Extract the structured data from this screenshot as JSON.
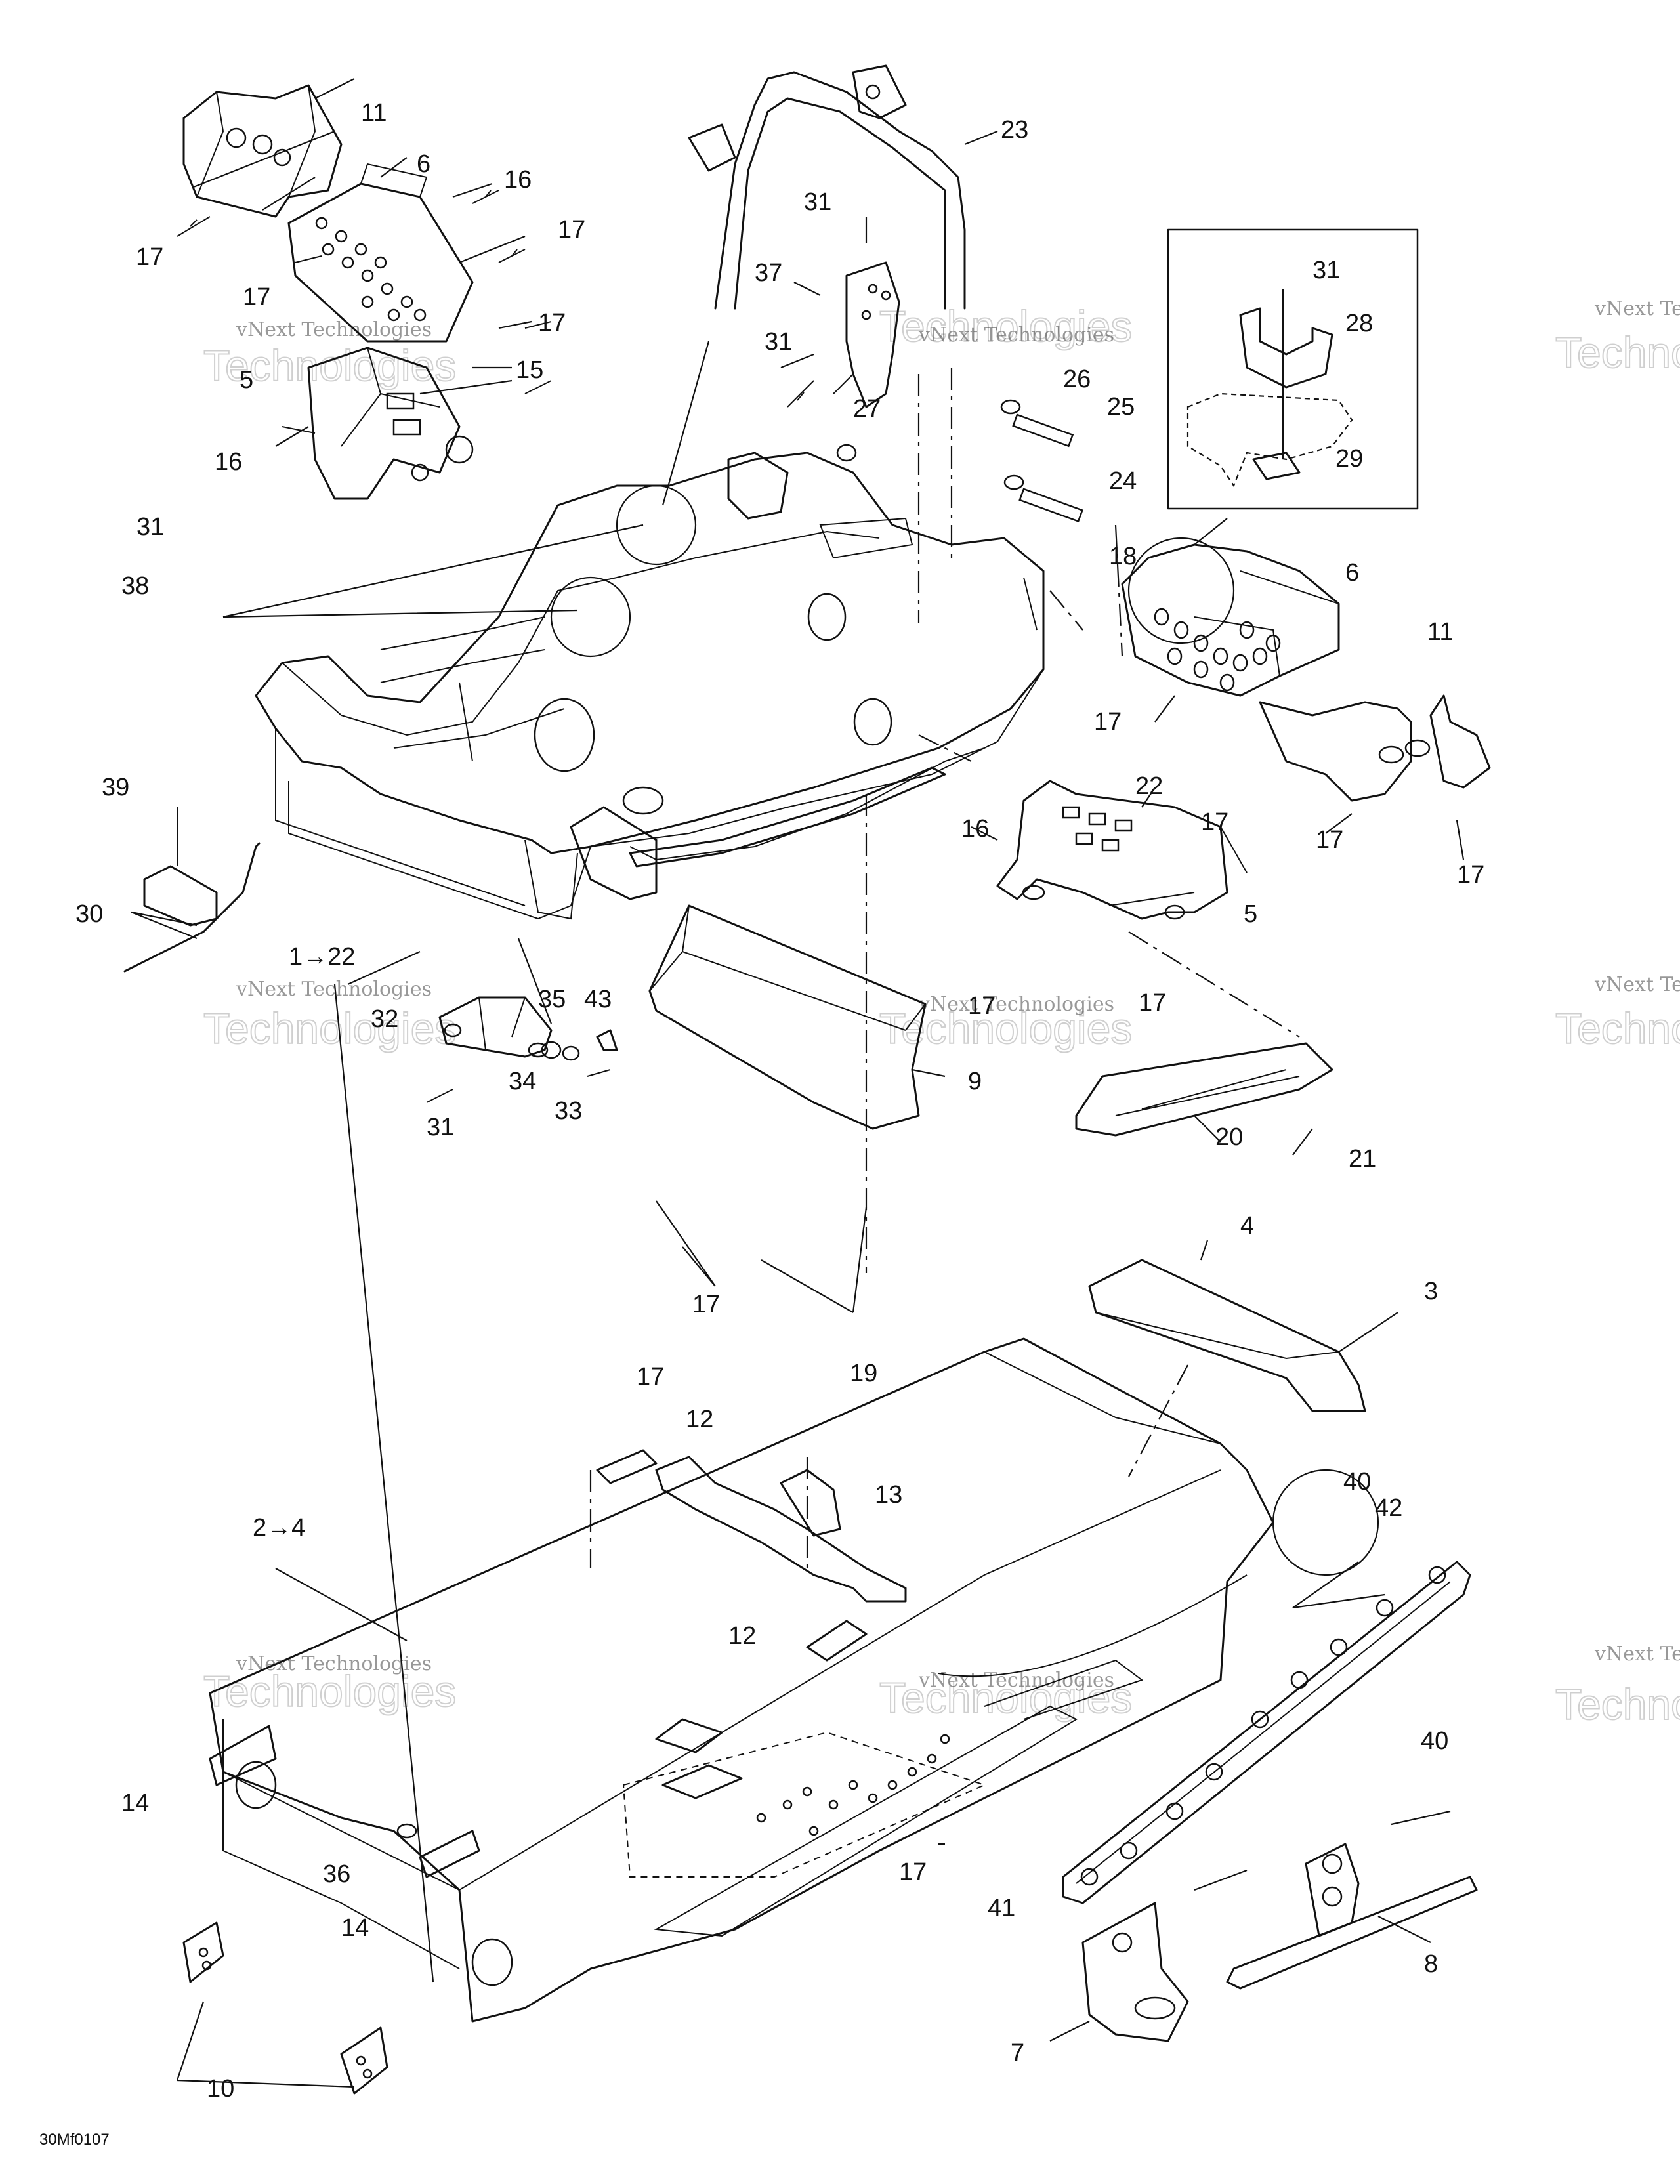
{
  "diagram_code": "30Mf0107",
  "watermark": {
    "line1": "vNext",
    "line2": "vNext Technologies",
    "line3": "Technologies"
  },
  "callouts": {
    "c1": "11",
    "c2": "6",
    "c3": "16",
    "c4": "17",
    "c5": "17",
    "c6": "17",
    "c7": "17",
    "c8": "5",
    "c9": "15",
    "c10": "16",
    "c11": "23",
    "c12": "31",
    "c13": "37",
    "c14": "31",
    "c15": "27",
    "c16": "26",
    "c17": "25",
    "c18": "24",
    "c19": "31",
    "c20": "28",
    "c21": "29",
    "c22": "31",
    "c23": "38",
    "c24": "18",
    "c25": "6",
    "c26": "11",
    "c27": "17",
    "c28": "17",
    "c29": "17",
    "c30": "39",
    "c31": "30",
    "c32": "22",
    "c33": "17",
    "c34": "16",
    "c35": "5",
    "c36": "1→22",
    "c37": "35",
    "c38": "43",
    "c39": "32",
    "c40": "34",
    "c41": "33",
    "c42": "31",
    "c43": "17",
    "c44": "17",
    "c45": "9",
    "c46": "20",
    "c47": "21",
    "c48": "17",
    "c49": "4",
    "c50": "3",
    "c51": "17",
    "c52": "19",
    "c53": "12",
    "c54": "13",
    "c55": "2→4",
    "c56": "40",
    "c57": "42",
    "c58": "12",
    "c59": "40",
    "c60": "14",
    "c61": "36",
    "c62": "14",
    "c63": "17",
    "c64": "41",
    "c65": "8",
    "c66": "10",
    "c67": "7"
  }
}
